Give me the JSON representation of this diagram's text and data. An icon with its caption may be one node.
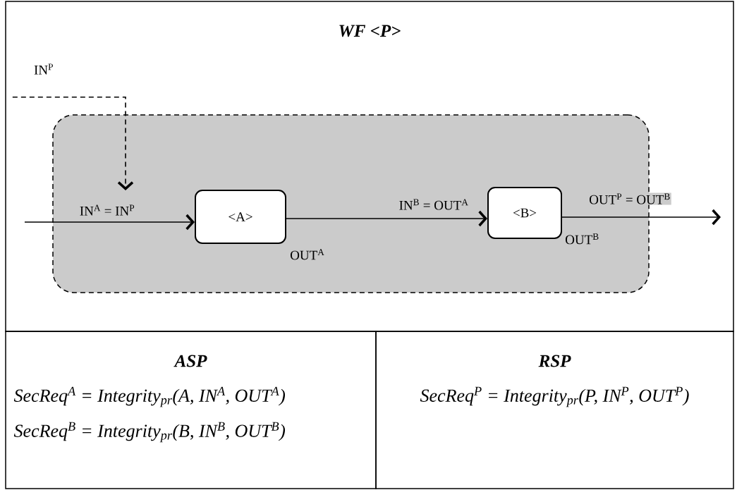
{
  "diagram": {
    "nodes": [
      {
        "text": [
          "WF <P>"
        ]
      },
      {
        "text": [
          "IN$^{P}$"
        ],
        "in": 0
      },
      {
        "text": [],
        "shape": "box",
        "in": 0
      },
      {
        "text": [
          "<A>"
        ],
        "in": 2,
        "beside": [
          "OUT$^{A}$"
        ]
      },
      {
        "text": [
          "<B>"
        ],
        "in": 2,
        "beside": [
          "OUT$^{B}$"
        ]
      },
      {
        "text": [
          "ASP",
          "SecReq$^{A}$ = Integrity$_{pr}$(A, IN$^{A}$, OUT$^{A}$)",
          "SecReq$^{B}$ = Integrity$_{pr}$(B, IN$^{B}$, OUT$^{B}$)"
        ]
      },
      {
        "text": [
          "RSP",
          "SecReq$^{P}$ = Integrity$_{pr}$(P, IN$^{P}$, OUT$^{P}$)"
        ]
      }
    ],
    "edges": [
      {
        "from": null,
        "to": 3,
        "arrow": "to",
        "label": "IN$^{A}$ = IN$^{P}$"
      },
      {
        "from": 1,
        "to": null,
        "arrow": "to",
        "style": "dashed"
      },
      {
        "from": 3,
        "to": 4,
        "arrow": "to",
        "label": "IN$^{B}$ = OUT$^{A}$"
      },
      {
        "from": 4,
        "to": null,
        "arrow": "to",
        "label": "OUT$^{P}$ = OUT$^{B}$"
      }
    ]
  }
}
